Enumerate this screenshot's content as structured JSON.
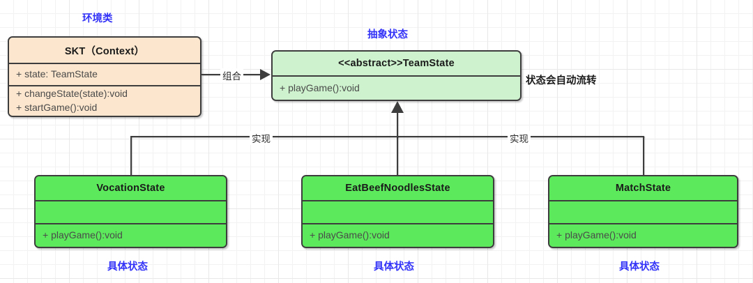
{
  "diagram": {
    "type": "uml-class-diagram",
    "title_annotations": {
      "context": "环境类",
      "abstract": "抽象状态",
      "auto_flow_note": "状态会自动流转",
      "concrete_left": "具体状态",
      "concrete_middle": "具体状态",
      "concrete_right": "具体状态"
    },
    "edge_labels": {
      "composition": "组合",
      "realize_left": "实现",
      "realize_right": "实现"
    },
    "colors": {
      "context_fill": "#fce6cd",
      "abstract_fill": "#cdf2cd",
      "concrete_fill": "#5cea5c",
      "border": "#3d3d3d",
      "annotation_blue": "#3333f8",
      "grid_minor": "#f2f2f2",
      "grid_major": "#e8e8e8"
    },
    "classes": {
      "context": {
        "name": "SKT（Context）",
        "attributes": [
          "+ state: TeamState"
        ],
        "operations": [
          "+ changeState(state):void",
          "+ startGame():void"
        ]
      },
      "abstract": {
        "name": "<<abstract>>TeamState",
        "attributes": [],
        "operations": [
          "+ playGame():void"
        ]
      },
      "concrete": [
        {
          "name": "VocationState",
          "attributes": [],
          "operations": [
            "+ playGame():void"
          ]
        },
        {
          "name": "EatBeefNoodlesState",
          "attributes": [],
          "operations": [
            "+ playGame():void"
          ]
        },
        {
          "name": "MatchState",
          "attributes": [],
          "operations": [
            "+ playGame():void"
          ]
        }
      ]
    }
  }
}
